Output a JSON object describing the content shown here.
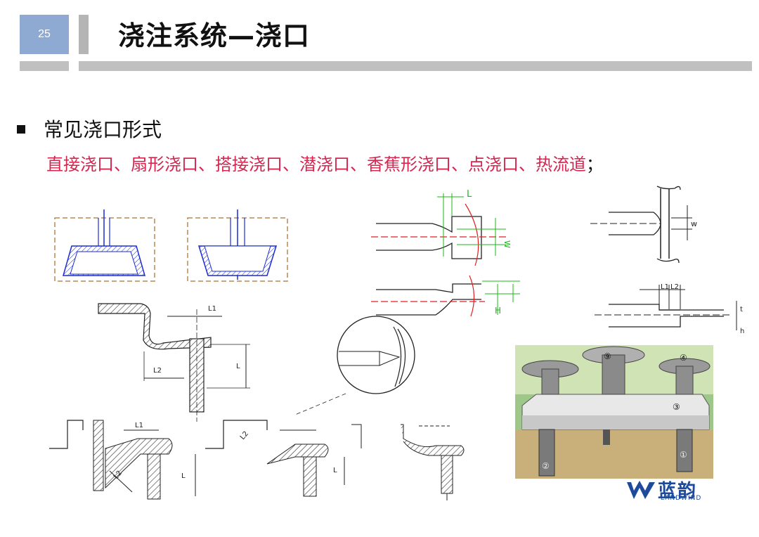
{
  "slide": {
    "page_number": "25",
    "title": "浇注系统—浇口",
    "bullet_heading": "常见浇口形式",
    "gate_types_line": "直接浇口、扇形浇口、搭接浇口、潜浇口、香蕉形浇口、点浇口、热流道",
    "gate_types_terminator": "；"
  },
  "figures": {
    "side_gate_label_L": "L",
    "side_gate_label_W": "W",
    "side_gate_label_H": "H",
    "tunnel_labels": [
      "L1",
      "L2",
      "L"
    ],
    "pin_gate_label_w": "w",
    "overlap_labels": [
      "L1",
      "L2",
      "t",
      "h"
    ],
    "bottom_labels": [
      "L1",
      "L2",
      "L"
    ]
  },
  "photo": {
    "callouts": [
      "⑨",
      "④",
      "③",
      "②",
      "①"
    ]
  },
  "logo": {
    "name_cn": "蓝韵",
    "name_en": "LANDWIND"
  },
  "colors": {
    "accent_box": "#8eaad2",
    "gray_bar": "#c0c0c0",
    "red_text": "#d62650",
    "diagram_blue": "#1a2bd6",
    "diagram_red": "#e02020",
    "diagram_green": "#18b818",
    "frame_brown": "#b88850",
    "logo_blue": "#1d4a9a"
  }
}
